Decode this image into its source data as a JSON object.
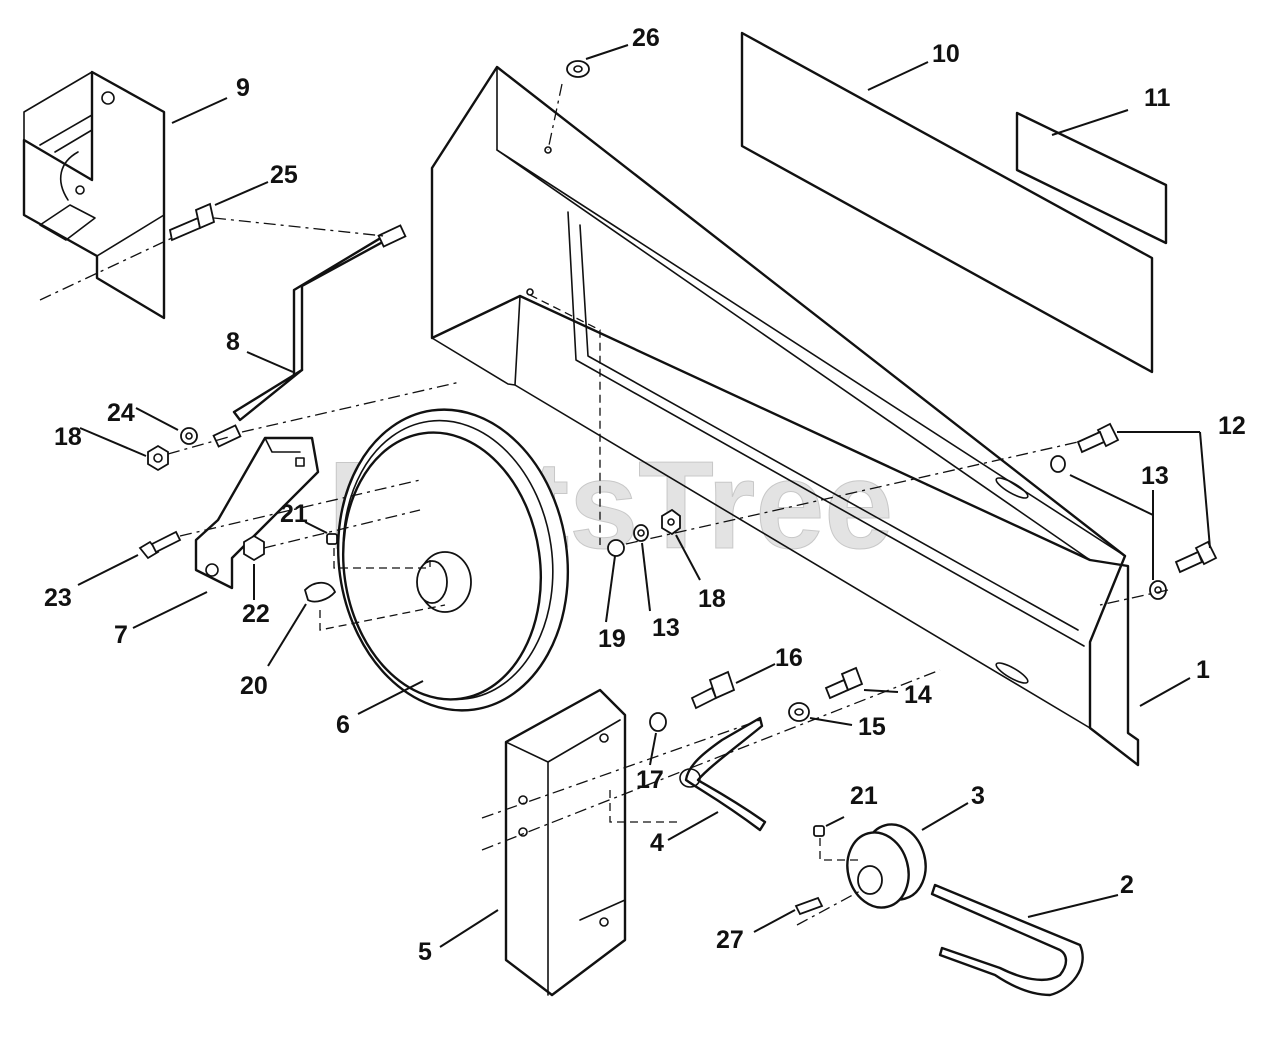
{
  "watermark": {
    "text": "PartsTree",
    "trademark": "™"
  },
  "callouts": {
    "c1": "1",
    "c2": "2",
    "c3": "3",
    "c4": "4",
    "c5": "5",
    "c6": "6",
    "c7": "7",
    "c8": "8",
    "c9": "9",
    "c10": "10",
    "c11": "11",
    "c12": "12",
    "c13a": "13",
    "c13b": "13",
    "c14": "14",
    "c15": "15",
    "c16": "16",
    "c17": "17",
    "c18a": "18",
    "c18b": "18",
    "c19": "19",
    "c20": "20",
    "c21a": "21",
    "c21b": "21",
    "c22": "22",
    "c23": "23",
    "c24": "24",
    "c25": "25",
    "c26": "26",
    "c27": "27"
  }
}
